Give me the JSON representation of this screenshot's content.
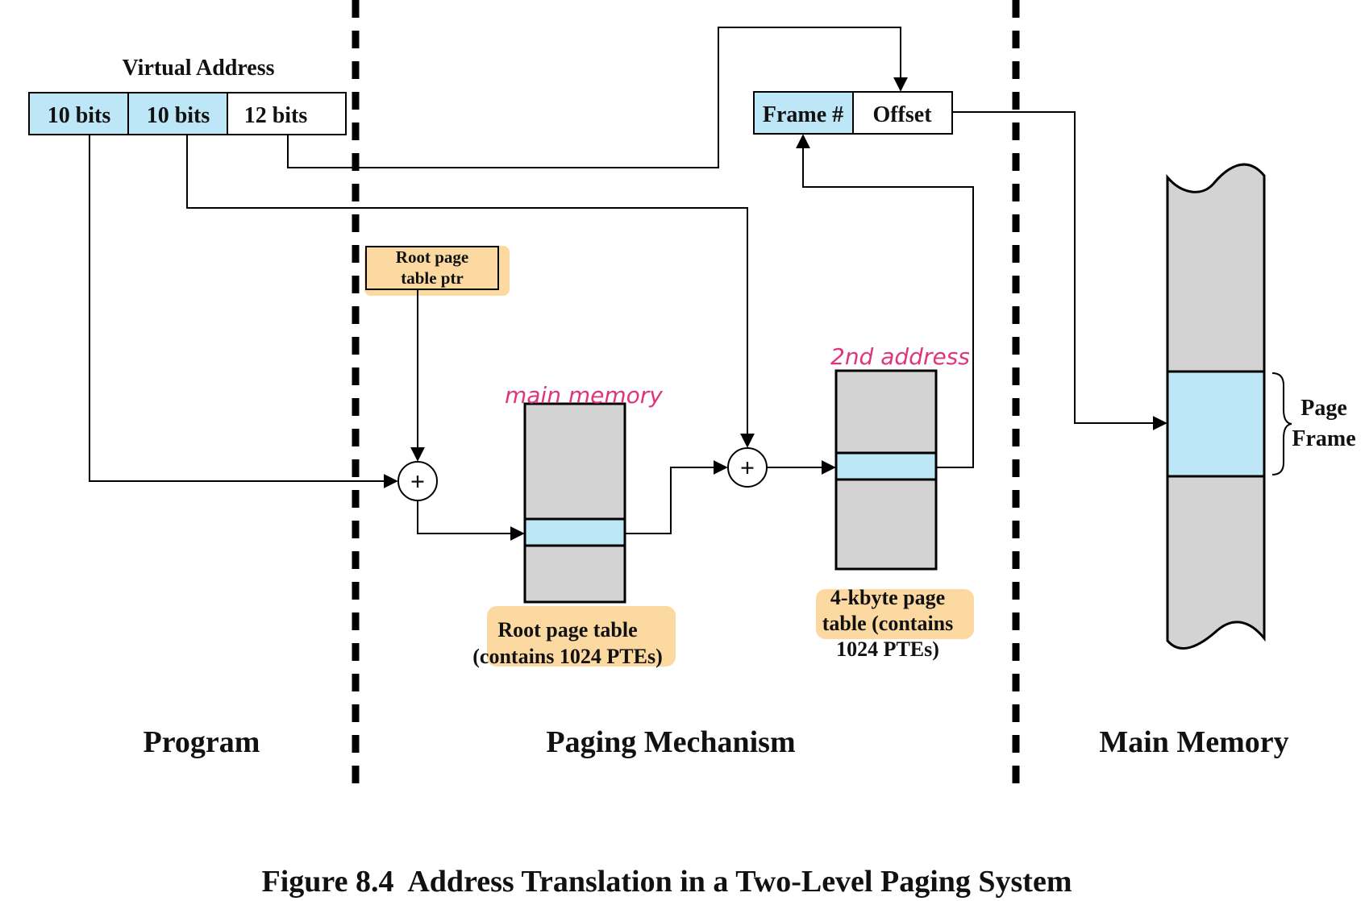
{
  "virtual_address": {
    "title": "Virtual Address",
    "fields": [
      "10 bits",
      "10 bits",
      "12 bits"
    ]
  },
  "physical_address": {
    "fields": [
      "Frame #",
      "Offset"
    ]
  },
  "root_ptr": {
    "line1": "Root page",
    "line2": "table ptr"
  },
  "root_table": {
    "annotation": "main memory",
    "caption_line1": "Root page table",
    "caption_line2": "(contains 1024 PTEs)"
  },
  "second_table": {
    "annotation": "2nd address",
    "caption_line1": "4-kbyte page",
    "caption_line2": "table (contains",
    "caption_line3": "1024 PTEs)"
  },
  "adders": [
    "+",
    "+"
  ],
  "main_memory": {
    "page_frame_line1": "Page",
    "page_frame_line2": "Frame"
  },
  "sections": {
    "program": "Program",
    "paging": "Paging Mechanism",
    "memory": "Main Memory"
  },
  "figure_caption": "Figure 8.4  Address Translation in a Two-Level Paging System",
  "colors": {
    "highlight_blue": "#bde7f7",
    "table_gray": "#d3d3d3",
    "label_orange": "#fbd9a0",
    "handwriting_pink": "#e0347c"
  }
}
